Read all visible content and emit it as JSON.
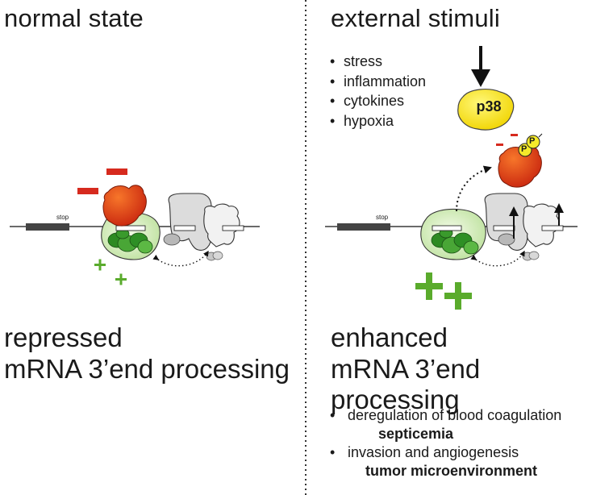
{
  "left": {
    "title": "normal state",
    "caption_line1": "repressed",
    "caption_line2": "mRNA 3’end processing",
    "stop_label": "stop"
  },
  "right": {
    "title": "external stimuli",
    "stimuli": [
      "stress",
      "inflammation",
      "cytokines",
      "hypoxia"
    ],
    "kinase_label": "p38",
    "phospho_label": "P",
    "stop_label": "stop",
    "caption_line1": "enhanced",
    "caption_line2": "mRNA 3’end processing",
    "outcomes": [
      {
        "text": "deregulation of blood coagulation",
        "bold": "septicemia"
      },
      {
        "text": "invasion and angiogenesis",
        "bold": "tumor microenvironment"
      }
    ]
  },
  "colors": {
    "divider": "#333333",
    "repressor_red": "#e8401c",
    "minus_red": "#d62a1e",
    "plus_green": "#5aab2c",
    "complex_green": "#3f9f2e",
    "halo_green": "#d9efc5",
    "kinase_yellow": "#f5ea2a",
    "gray_protein": "#dcdcdc"
  }
}
